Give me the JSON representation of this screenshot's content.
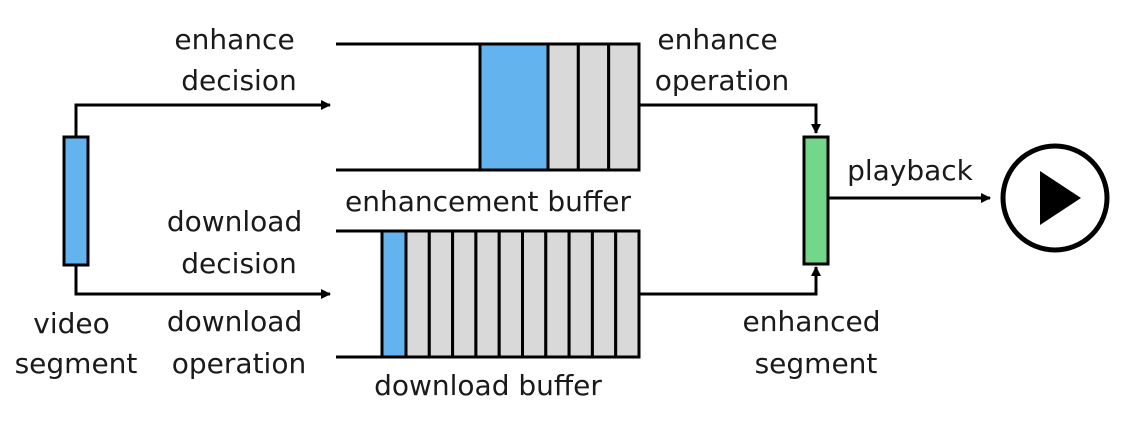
{
  "labels": {
    "enhance_decision": [
      "enhance",
      "decision"
    ],
    "enhance_operation": [
      "enhance",
      "operation"
    ],
    "enhancement_buffer": "enhancement buffer",
    "download_decision": [
      "download",
      "decision"
    ],
    "download_operation": [
      "download",
      "operation"
    ],
    "download_buffer": "download buffer",
    "video_segment": [
      "video",
      "segment"
    ],
    "enhanced_segment": [
      "enhanced",
      "segment"
    ],
    "playback": "playback"
  },
  "buffers": {
    "enhancement": {
      "filled_slots": 1,
      "empty_slots": 3
    },
    "download": {
      "filled_slots": 1,
      "empty_slots": 10
    }
  },
  "colors": {
    "video_segment": "#63b3ee",
    "enhanced_segment": "#74d68a",
    "slot_filled": "#63b3ee",
    "slot_empty": "#d9d9d9",
    "stroke": "#000000"
  },
  "icons": {
    "playback": "play-button-icon"
  }
}
